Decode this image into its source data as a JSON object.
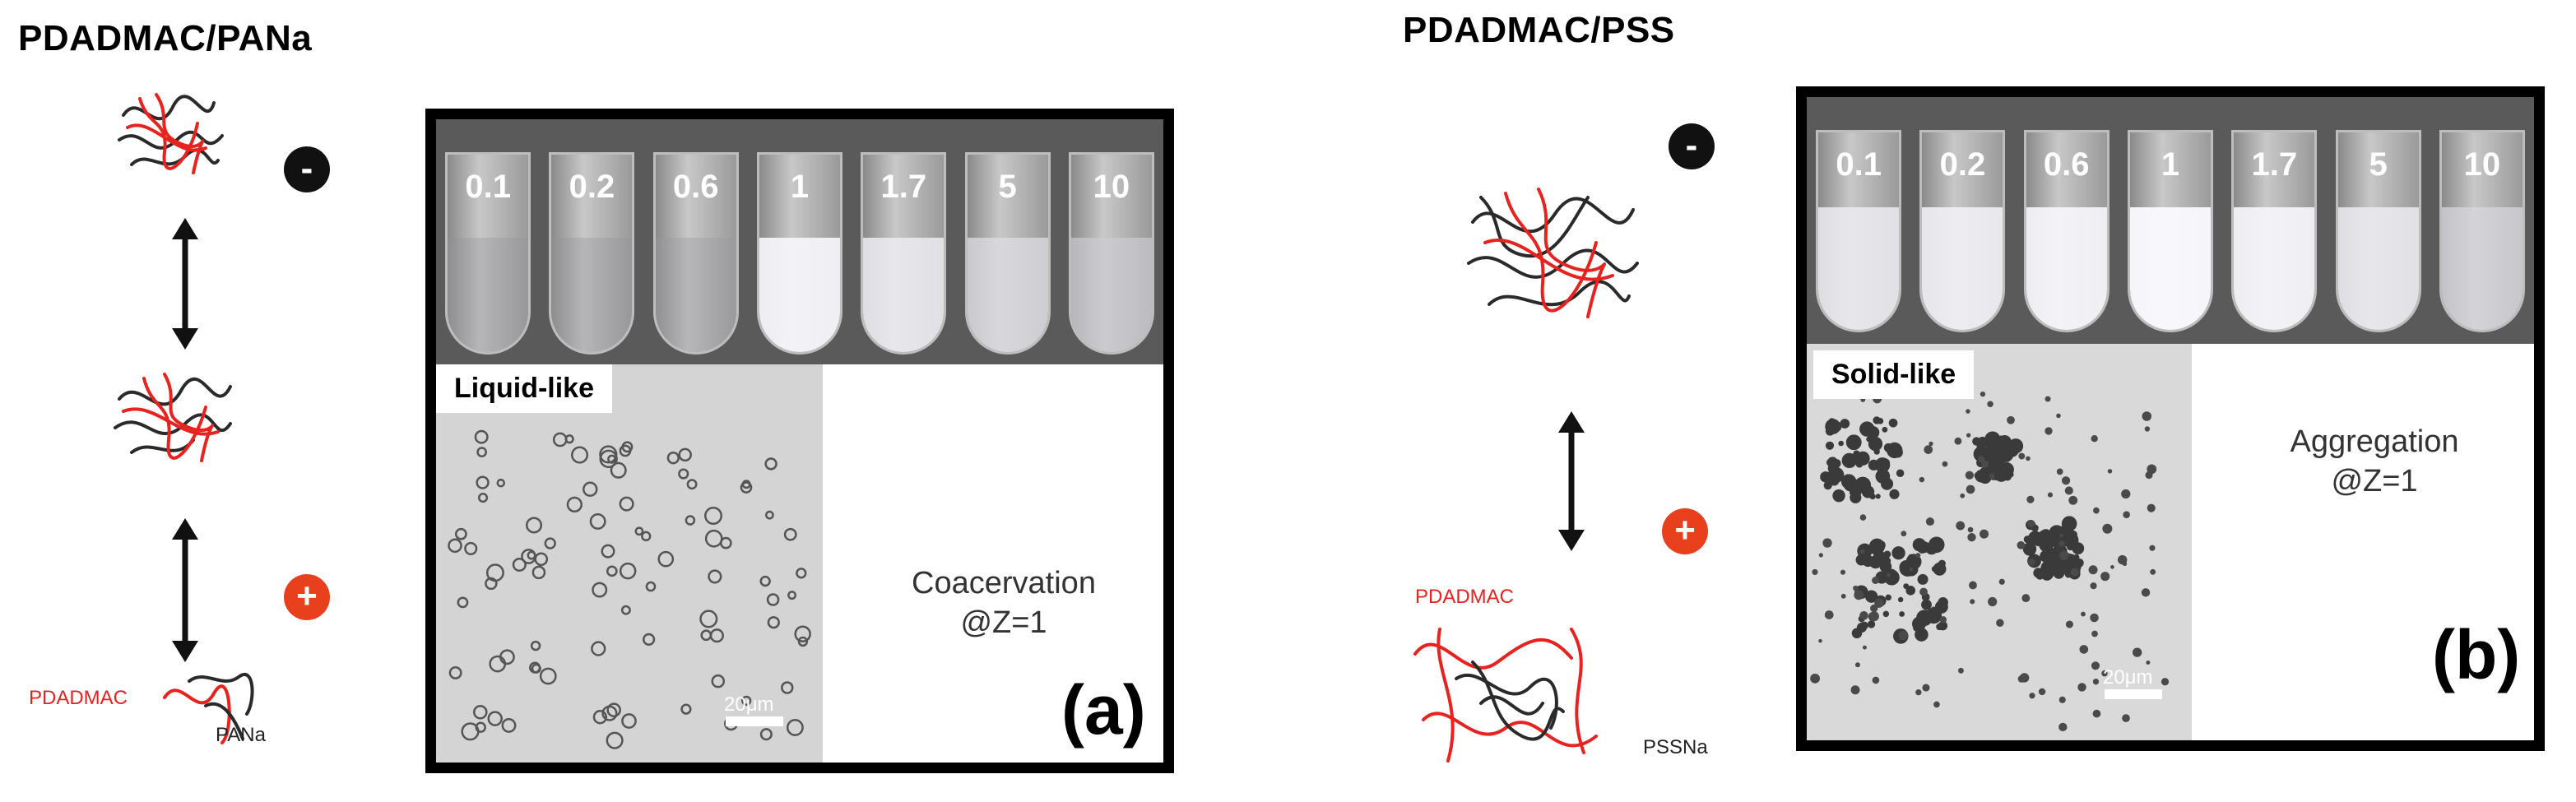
{
  "panel_a": {
    "title": "PDADMAC/PANa",
    "tube_labels": [
      "0.1",
      "0.2",
      "0.6",
      "1",
      "1.7",
      "5",
      "10"
    ],
    "micro_tag": "Liquid-like",
    "result_line1": "Coacervation",
    "result_line2": "@Z=1",
    "scale_bar": "20μm",
    "letter": "(a)",
    "chain_label_polycation": "PDADMAC",
    "chain_label_polyanion": "PANa",
    "badge_minus": "-",
    "badge_plus": "+"
  },
  "panel_b": {
    "title": "PDADMAC/PSS",
    "tube_labels": [
      "0.1",
      "0.2",
      "0.6",
      "1",
      "1.7",
      "5",
      "10"
    ],
    "micro_tag": "Solid-like",
    "result_line1": "Aggregation",
    "result_line2": "@Z=1",
    "scale_bar": "20μm",
    "letter": "(b)",
    "chain_label_polycation": "PDADMAC",
    "chain_label_polyanion": "PSSNa",
    "badge_minus": "-",
    "badge_plus": "+"
  },
  "colors": {
    "polycation_red": "#e8221f",
    "polyanion_dark": "#2a2a2a",
    "plus_badge": "#e8401c",
    "minus_badge": "#111111",
    "tube_band": "#5a5a5a",
    "micrograph": "#d4d4d4"
  },
  "tube_turbidity": {
    "panel_a": [
      0.0,
      0.0,
      0.05,
      0.95,
      0.85,
      0.7,
      0.55
    ],
    "panel_b": [
      0.85,
      0.9,
      0.95,
      1.0,
      0.95,
      0.85,
      0.65
    ]
  },
  "icons": [
    "double-arrow-icon",
    "minus-badge-icon",
    "plus-badge-icon",
    "polymer-coil-icon"
  ]
}
